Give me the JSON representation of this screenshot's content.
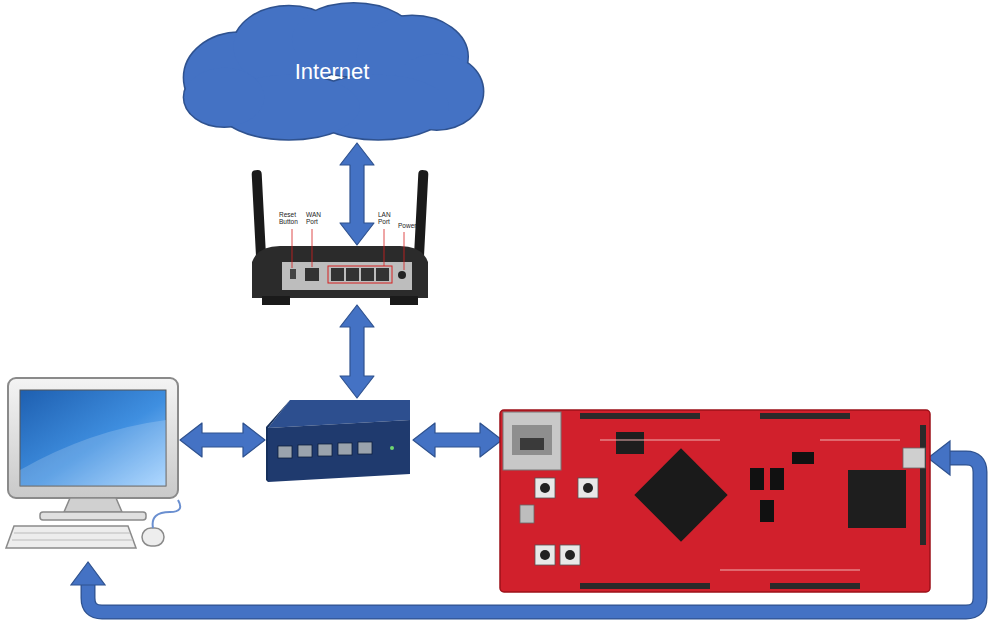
{
  "diagram": {
    "nodes": [
      {
        "text": [
          "Internet"
        ]
      }
    ],
    "labels": [
      "Reset Button",
      "WAN Port",
      "LAN Port",
      "Power"
    ]
  }
}
